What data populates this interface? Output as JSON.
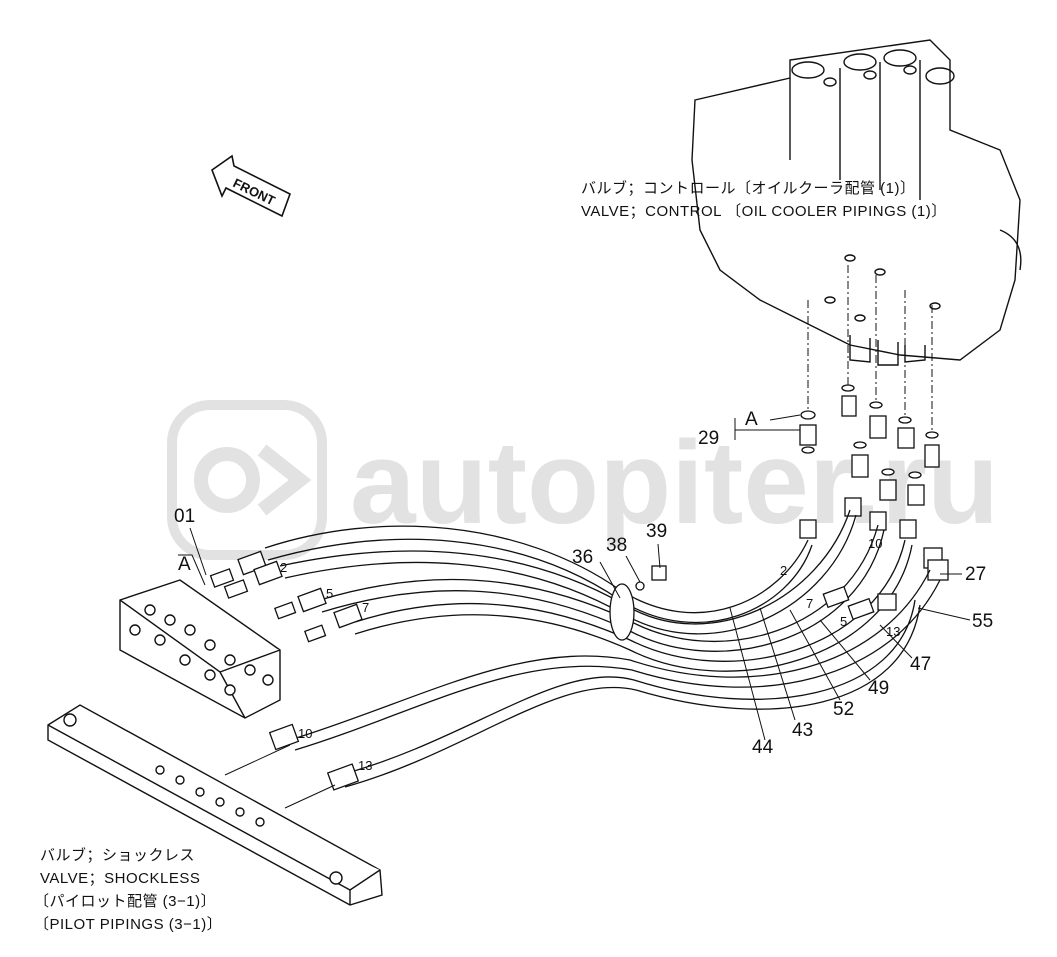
{
  "watermark": "autopiter.ru",
  "front_label": "FRONT",
  "captions": {
    "control_jp": "バルブ；コントロール〔オイルクーラ配管 (1)〕",
    "control_en": "VALVE；CONTROL 〔OIL COOLER PIPINGS (1)〕",
    "shockless_jp1": "バルブ；ショックレス",
    "shockless_en1": "VALVE；SHOCKLESS",
    "shockless_jp2": "〔パイロット配管 (3−1)〕",
    "shockless_en2": "〔PILOT PIPINGS (3−1)〕"
  },
  "callouts": {
    "p01": "01",
    "a_left": "A",
    "a_right": "A",
    "p29": "29",
    "p36": "36",
    "p38": "38",
    "p39": "39",
    "p27": "27",
    "p55": "55",
    "p47": "47",
    "p49": "49",
    "p52": "52",
    "p43": "43",
    "p44": "44"
  },
  "hose_tags": {
    "t2a": "2",
    "t5": "5",
    "t7": "7",
    "t10a": "10",
    "t13a": "13",
    "t2b": "2",
    "t10b": "10",
    "t5b": "5",
    "t7b": "7",
    "t13b": "13"
  }
}
